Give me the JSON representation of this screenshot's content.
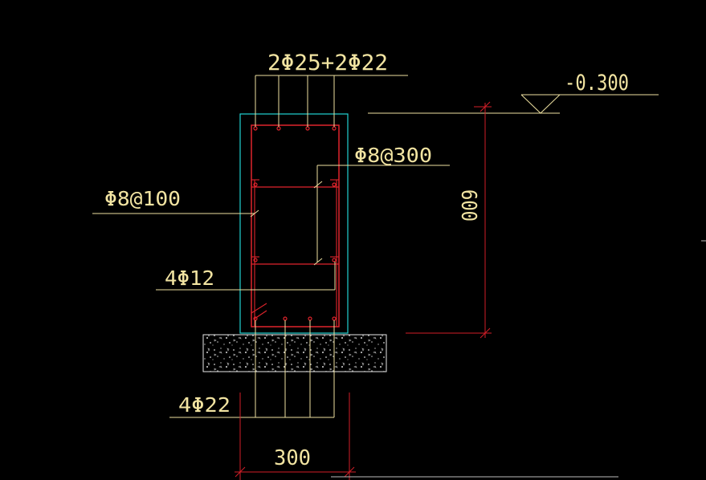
{
  "drawing": {
    "colors": {
      "background": "#000000",
      "concrete_outline": "#22D3D3",
      "rebar_red": "#E0242C",
      "leader_yellow": "#EEE1A0",
      "dim_red": "#D21E28",
      "footing_white": "#E8E8E8"
    },
    "labels": {
      "top_bars": "2Φ25+2Φ22",
      "elevation": "-0.300",
      "stirrup_inner": "Φ8@300",
      "stirrup_outer": "Φ8@100",
      "side_bars": "4Φ12",
      "bottom_bars": "4Φ22",
      "height_dim": "600",
      "width_dim": "300"
    }
  }
}
